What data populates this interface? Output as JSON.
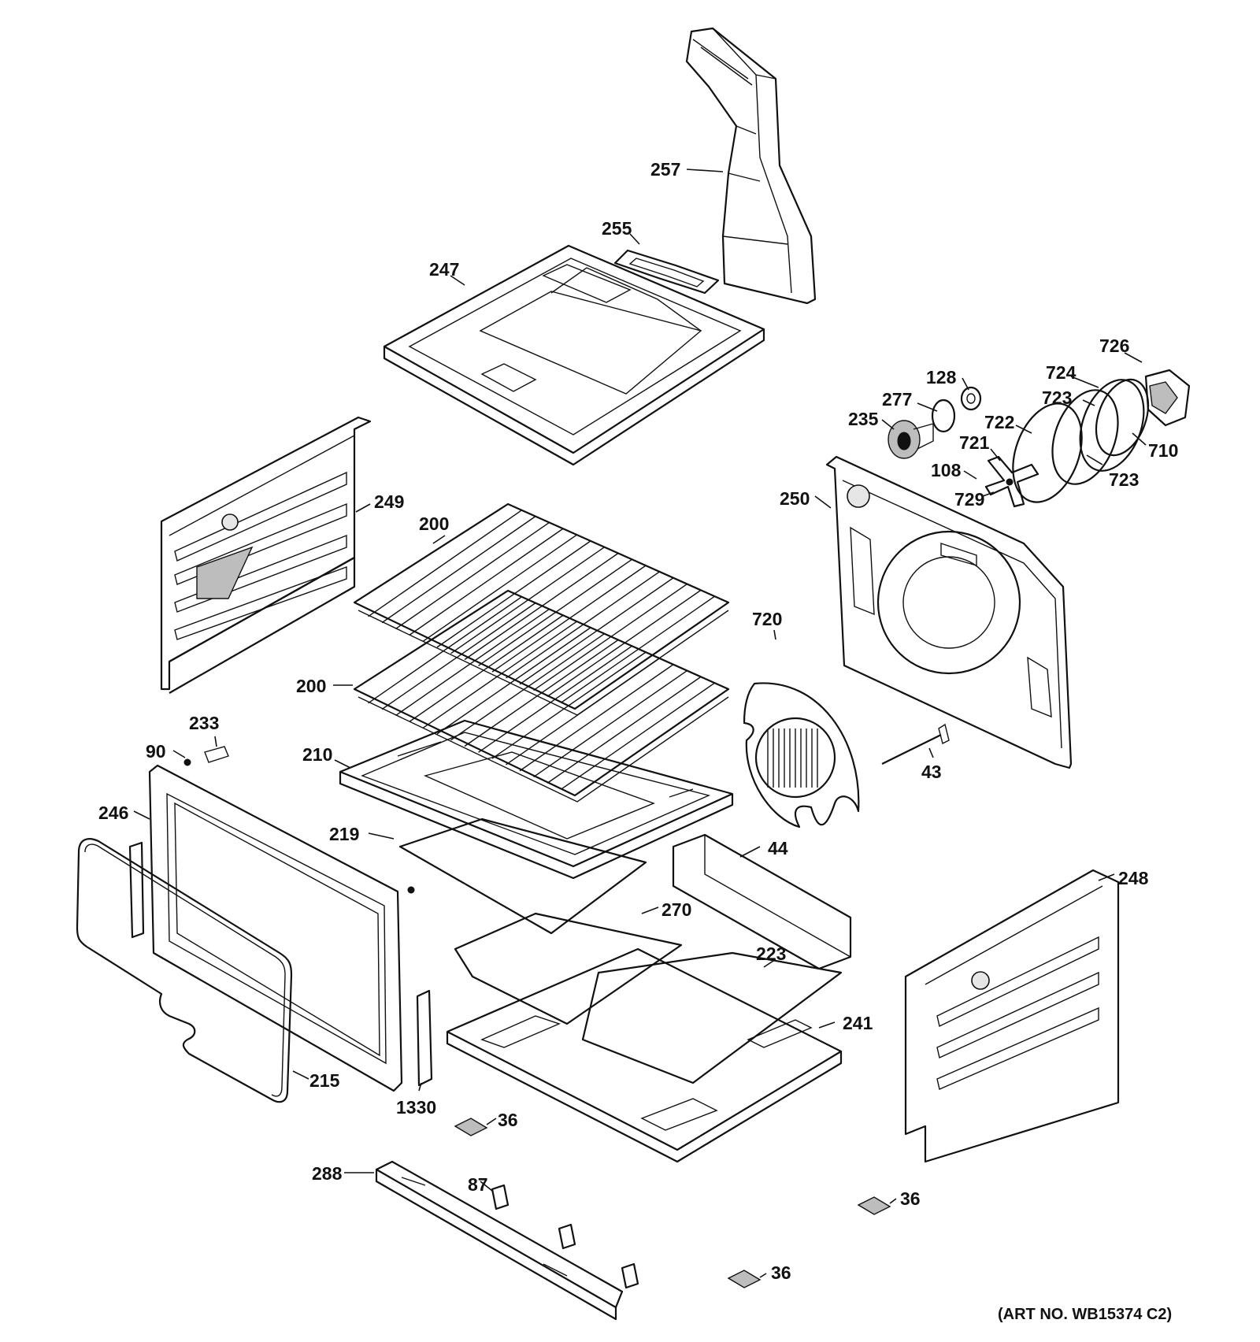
{
  "art_number": "(ART NO. WB15374 C2)",
  "callouts": [
    {
      "id": "c257",
      "text": "257"
    },
    {
      "id": "c255",
      "text": "255"
    },
    {
      "id": "c247",
      "text": "247"
    },
    {
      "id": "c726",
      "text": "726"
    },
    {
      "id": "c128",
      "text": "128"
    },
    {
      "id": "c724",
      "text": "724"
    },
    {
      "id": "c277",
      "text": "277"
    },
    {
      "id": "c723a",
      "text": "723"
    },
    {
      "id": "c235",
      "text": "235"
    },
    {
      "id": "c722",
      "text": "722"
    },
    {
      "id": "c710",
      "text": "710"
    },
    {
      "id": "c721",
      "text": "721"
    },
    {
      "id": "c108",
      "text": "108"
    },
    {
      "id": "c723b",
      "text": "723"
    },
    {
      "id": "c729",
      "text": "729"
    },
    {
      "id": "c250",
      "text": "250"
    },
    {
      "id": "c249",
      "text": "249"
    },
    {
      "id": "c200a",
      "text": "200"
    },
    {
      "id": "c720",
      "text": "720"
    },
    {
      "id": "c200b",
      "text": "200"
    },
    {
      "id": "c233",
      "text": "233"
    },
    {
      "id": "c90",
      "text": "90"
    },
    {
      "id": "c210",
      "text": "210"
    },
    {
      "id": "c43",
      "text": "43"
    },
    {
      "id": "c246",
      "text": "246"
    },
    {
      "id": "c219",
      "text": "219"
    },
    {
      "id": "c44",
      "text": "44"
    },
    {
      "id": "c248",
      "text": "248"
    },
    {
      "id": "c270",
      "text": "270"
    },
    {
      "id": "c223",
      "text": "223"
    },
    {
      "id": "c241",
      "text": "241"
    },
    {
      "id": "c215",
      "text": "215"
    },
    {
      "id": "c1330",
      "text": "1330"
    },
    {
      "id": "c36a",
      "text": "36"
    },
    {
      "id": "c288",
      "text": "288"
    },
    {
      "id": "c87",
      "text": "87"
    },
    {
      "id": "c36b",
      "text": "36"
    },
    {
      "id": "c36c",
      "text": "36"
    }
  ]
}
